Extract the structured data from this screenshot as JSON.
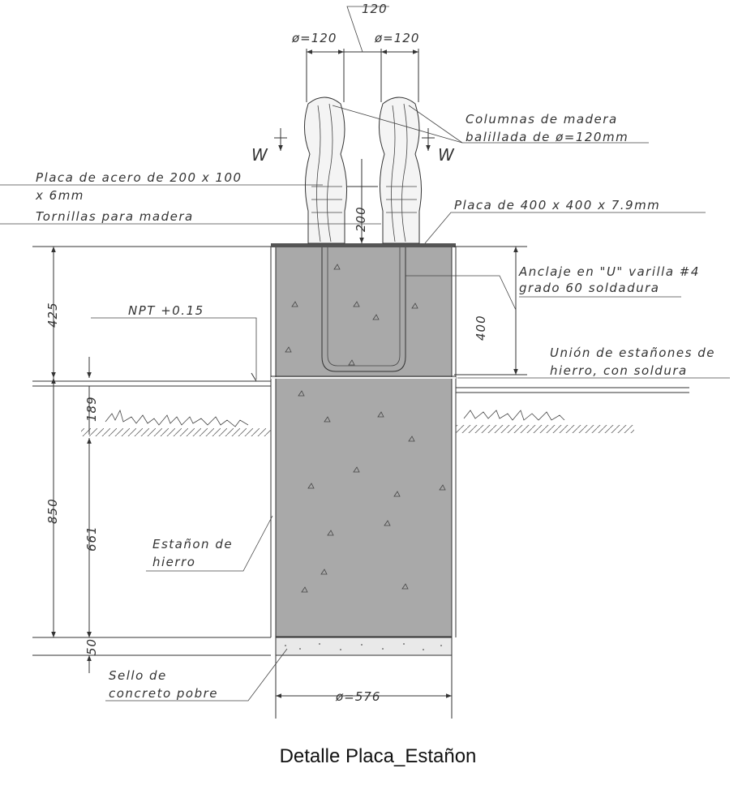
{
  "title": "Detalle Placa_Estañon",
  "dimensions": {
    "top_gap": "120",
    "col_left_dia": "ø=120",
    "col_right_dia": "ø=120",
    "plate_height": "200",
    "anchor_depth": "400",
    "above_ground": "425",
    "fill_189": "189",
    "total_850": "850",
    "depth_661": "661",
    "seal_50": "50",
    "barrel_dia": "ø=576"
  },
  "labels": {
    "columnas_1": "Columnas de madera",
    "columnas_2": "balillada de ø=120mm",
    "section_w_left": "W",
    "section_w_right": "W",
    "placa_acero_1": "Placa de acero de 200 x 100",
    "placa_acero_2": "x 6mm",
    "tornillos": "Tornillas para madera",
    "placa_400": "Placa de 400 x 400 x 7.9mm",
    "anclaje_1": "Anclaje en \"U\" varilla #4",
    "anclaje_2": "grado 60 soldadura",
    "npt": "NPT +0.15",
    "union_1": "Unión de estañones de",
    "union_2": "hierro, con soldura",
    "estanon_1": "Estañon de",
    "estanon_2": "hierro",
    "sello_1": "Sello de",
    "sello_2": "concreto pobre"
  },
  "colors": {
    "concrete": "#a9a9a9",
    "seal": "#e9e9e9",
    "wood": "#f4f4f4",
    "line": "#333333"
  }
}
